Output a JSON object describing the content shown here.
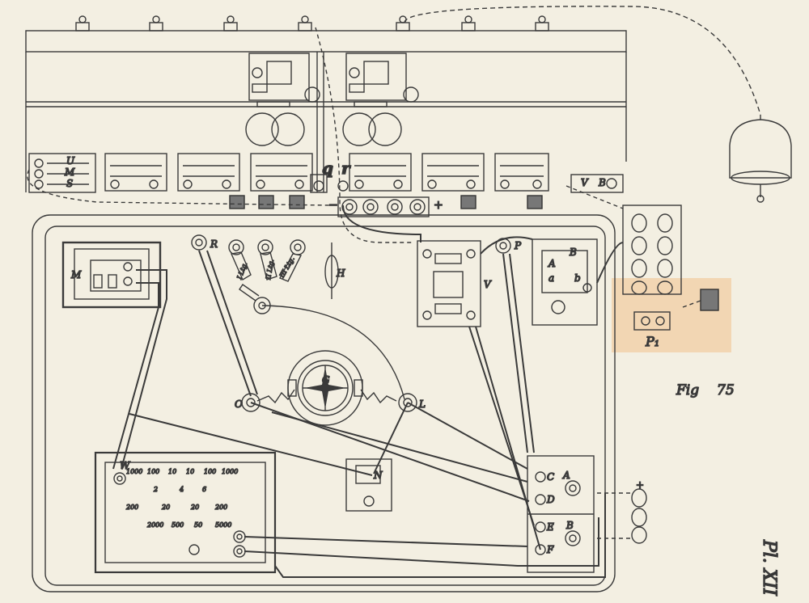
{
  "figure": {
    "caption": "Fig",
    "number": "75",
    "plate": "Pl. XII"
  },
  "colors": {
    "paper": "#f3efe2",
    "ink": "#3a3a3a",
    "highlight": "#f2d6b3"
  },
  "labels": {
    "U": "U",
    "M_relay": "M",
    "S": "S",
    "q": "q",
    "r": "r",
    "R": "R",
    "O": "O",
    "L": "L",
    "G": "G",
    "H": "H",
    "M_box": "M",
    "V": "V",
    "V_small": "V",
    "B_small": "B",
    "P": "P",
    "P1": "P₁",
    "W": "W",
    "N": "N",
    "A": "A",
    "B": "B",
    "C": "C",
    "D": "D",
    "E": "E",
    "F": "F",
    "a": "a",
    "b": "b",
    "plus": "+",
    "minus": "−"
  },
  "lever_labels": [
    "I Ltg.",
    "II Ltg.",
    "III Ltg."
  ],
  "rheostat": {
    "top_row": [
      "1000",
      "100",
      "10",
      "10",
      "100",
      "1000"
    ],
    "row2": [
      "2",
      "4",
      "6"
    ],
    "row3": [
      "200",
      "20",
      "20",
      "200"
    ],
    "row4": [
      "2000",
      "500",
      "50",
      "5000"
    ]
  },
  "icons": [
    "bell-icon",
    "compass-icon"
  ]
}
